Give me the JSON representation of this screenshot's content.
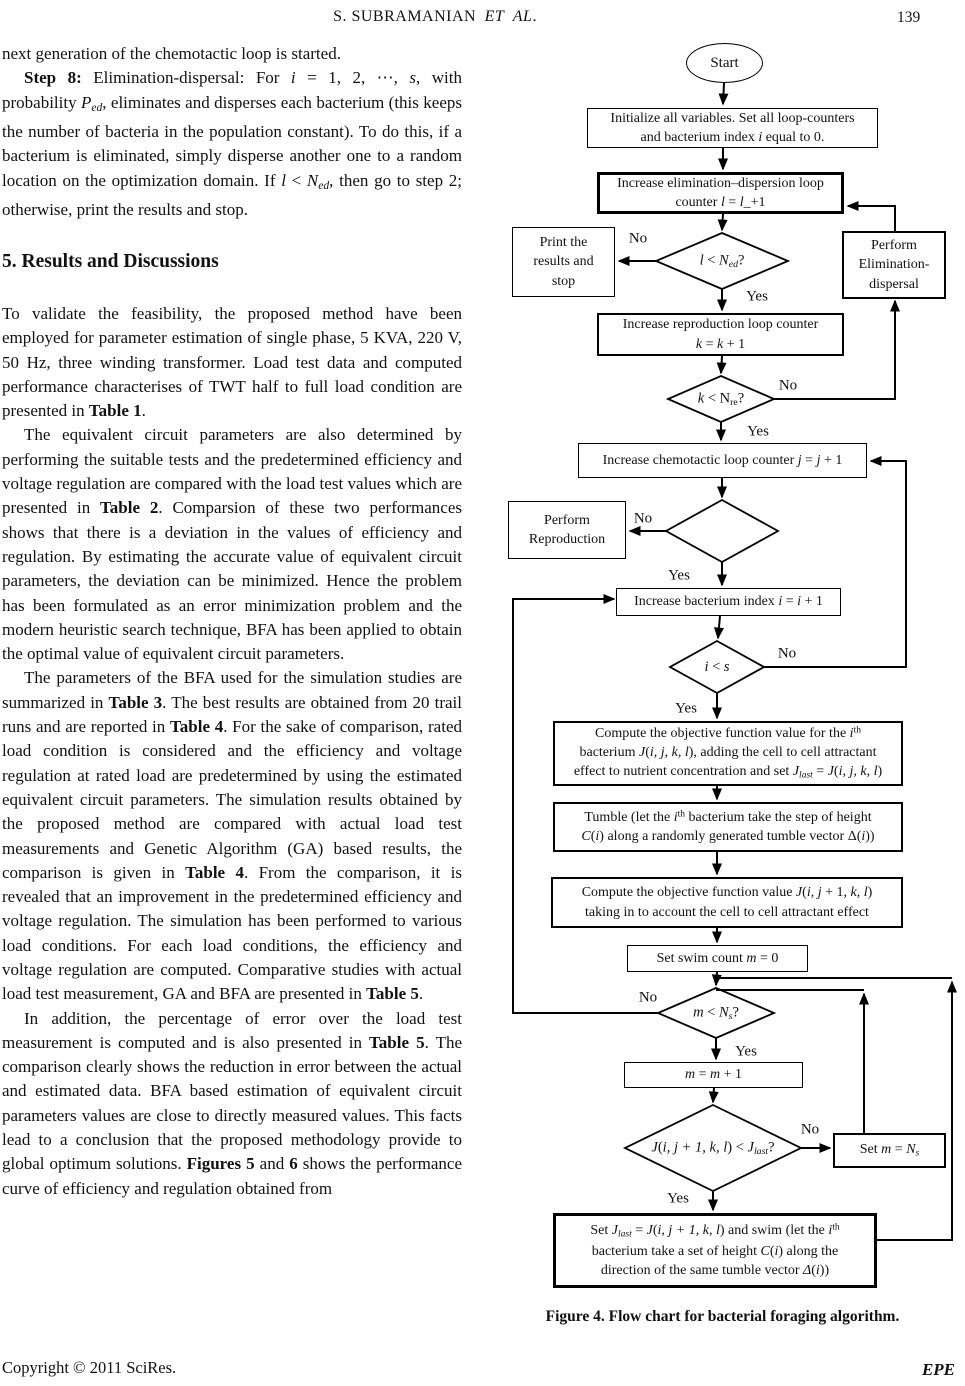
{
  "header": {
    "title_segments": [
      {
        "t": "S. SUBRAMANIAN "
      },
      {
        "t": "ET AL",
        "i": true
      },
      {
        "t": "."
      }
    ],
    "page_number": "139"
  },
  "left_column": {
    "section_heading": "5. Results and Discussions",
    "paragraphs": [
      {
        "segments": [
          {
            "t": "next generation of the chemotactic loop is started."
          }
        ]
      },
      {
        "segments": [
          {
            "t": "Step 8:",
            "b": true
          },
          {
            "t": " Elimination-dispersal: For "
          },
          {
            "t": "i",
            "i": true
          },
          {
            "t": " = 1, 2,  ⋯, "
          },
          {
            "t": "s",
            "i": true
          },
          {
            "t": ", with probability "
          },
          {
            "t": "P",
            "i": true
          },
          {
            "t": "ed",
            "i": true,
            "sub": true
          },
          {
            "t": ", eliminates and disperses each bacterium (this keeps the number of bacteria in the population constant). To do this, if a bacterium is eliminated, simply disperse another one to a random location on the optimization domain. If "
          },
          {
            "t": "l",
            "i": true
          },
          {
            "t": " < "
          },
          {
            "t": "N",
            "i": true
          },
          {
            "t": "ed",
            "i": true,
            "sub": true
          },
          {
            "t": ", then go to step 2; otherwise, print the results and stop."
          }
        ]
      },
      {
        "segments": [
          {
            "t": "To validate the feasibility, the proposed method have been employed for parameter estimation of single phase, 5 KVA, 220 V, 50 Hz, three winding transformer. Load test data and computed performance characterises of TWT half to full load condition are presented in "
          },
          {
            "t": "Table 1",
            "b": true
          },
          {
            "t": "."
          }
        ]
      },
      {
        "segments": [
          {
            "t": "The equivalent circuit parameters are also determined by performing the suitable tests and the predetermined efficiency and voltage regulation are compared with the load test values which are presented in "
          },
          {
            "t": "Table 2",
            "b": true
          },
          {
            "t": ". Comparsion of these two performances shows that there is a deviation in the values of efficiency and regulation. By estimating the accurate value of equivalent circuit parameters, the deviation can be minimized. Hence the problem has been formulated as an error minimization problem and the modern heuristic search technique, BFA has been applied to obtain the optimal value of equivalent circuit parameters."
          }
        ]
      },
      {
        "segments": [
          {
            "t": "The parameters of the BFA used for the simulation studies are summarized in "
          },
          {
            "t": "Table 3",
            "b": true
          },
          {
            "t": ". The best results are obtained from 20 trail runs and are reported in "
          },
          {
            "t": "Table 4",
            "b": true
          },
          {
            "t": ". For the sake of comparison, rated load condition is considered and the efficiency and voltage regulation at rated load are predetermined by using the estimated equivalent circuit parameters. The simulation results obtained by the proposed method are compared with actual load test measurements and Genetic Algorithm (GA) based results, the comparison is given in "
          },
          {
            "t": "Table 4",
            "b": true
          },
          {
            "t": ". From the comparison, it is revealed that an improvement in the predetermined efficiency and voltage regulation. The simulation has been performed to various load conditions. For each load conditions, the efficiency and voltage regulation are computed. Comparative studies with actual load test measurement, GA and BFA are presented in "
          },
          {
            "t": "Table 5",
            "b": true
          },
          {
            "t": "."
          }
        ]
      },
      {
        "segments": [
          {
            "t": "In addition, the percentage of error over the load test measurement is computed and is also presented in "
          },
          {
            "t": "Table 5",
            "b": true
          },
          {
            "t": ". The comparison clearly shows the reduction in error between the actual and estimated data. BFA based estimation of equivalent circuit parameters values are close to directly measured values. This facts lead to a conclusion that the proposed methodology provide to global optimum solutions. "
          },
          {
            "t": "Figures 5",
            "b": true
          },
          {
            "t": " and "
          },
          {
            "t": "6",
            "b": true
          },
          {
            "t": " shows the performance curve of efficiency and regulation obtained from"
          }
        ]
      }
    ]
  },
  "flowchart": {
    "yes": "Yes",
    "no": "No",
    "caption": "Figure 4. Flow chart for bacterial foraging algorithm.",
    "nodes": {
      "start": [
        {
          "t": "Start"
        }
      ],
      "init": [
        {
          "t": "Initialize all variables. Set all loop-counters"
        },
        {
          "br": true
        },
        {
          "t": "and bacterium index "
        },
        {
          "t": "i",
          "i": true
        },
        {
          "t": " equal to 0."
        }
      ],
      "elim_counter": [
        {
          "t": "Increase elimination–dispersion loop"
        },
        {
          "br": true
        },
        {
          "t": "counter "
        },
        {
          "t": "l",
          "i": true
        },
        {
          "t": " = "
        },
        {
          "t": "l",
          "i": true
        },
        {
          "t": "_+1"
        }
      ],
      "print_stop": [
        {
          "t": "Print the"
        },
        {
          "br": true
        },
        {
          "t": "results and"
        },
        {
          "br": true
        },
        {
          "t": "stop"
        }
      ],
      "decision_l": [
        {
          "t": "l",
          "i": true
        },
        {
          "t": " < "
        },
        {
          "t": "N",
          "i": true
        },
        {
          "t": "ed",
          "i": true,
          "sub": true
        },
        {
          "t": "?"
        }
      ],
      "perform_elim": [
        {
          "t": "Perform"
        },
        {
          "br": true
        },
        {
          "t": "Elimination-"
        },
        {
          "br": true
        },
        {
          "t": "dispersal"
        }
      ],
      "repro_counter": [
        {
          "t": "Increase reproduction loop counter"
        },
        {
          "br": true
        },
        {
          "t": "k",
          "i": true
        },
        {
          "t": " = "
        },
        {
          "t": "k",
          "i": true
        },
        {
          "t": " + 1"
        }
      ],
      "decision_k": [
        {
          "t": "k",
          "i": true
        },
        {
          "t": " < N"
        },
        {
          "t": "re",
          "sub": true
        },
        {
          "t": "?"
        }
      ],
      "chemo_counter": [
        {
          "t": "Increase chemotactic loop counter "
        },
        {
          "t": "j",
          "i": true
        },
        {
          "t": " = "
        },
        {
          "t": "j",
          "i": true
        },
        {
          "t": " + 1"
        }
      ],
      "perform_repro": [
        {
          "t": "Perform"
        },
        {
          "br": true
        },
        {
          "t": "Reproduction"
        }
      ],
      "bact_index": [
        {
          "t": "Increase bacterium index "
        },
        {
          "t": "i",
          "i": true
        },
        {
          "t": " = "
        },
        {
          "t": "i",
          "i": true
        },
        {
          "t": " + 1"
        }
      ],
      "decision_i": [
        {
          "t": "i",
          "i": true
        },
        {
          "t": " < "
        },
        {
          "t": "s",
          "i": true
        }
      ],
      "compute_obj1": [
        {
          "t": "Compute the objective function value for the "
        },
        {
          "t": "i",
          "i": true
        },
        {
          "t": "th",
          "sup": true
        },
        {
          "br": true
        },
        {
          "t": "bacterium "
        },
        {
          "t": "J",
          "i": true
        },
        {
          "t": "("
        },
        {
          "t": "i, j, k, l",
          "i": true
        },
        {
          "t": "), adding the cell to cell attractant"
        },
        {
          "br": true
        },
        {
          "t": "effect to nutrient concentration and set "
        },
        {
          "t": "J",
          "i": true
        },
        {
          "t": "last",
          "i": true,
          "sub": true
        },
        {
          "t": " = "
        },
        {
          "t": "J",
          "i": true
        },
        {
          "t": "("
        },
        {
          "t": "i, j, k, l",
          "i": true
        },
        {
          "t": ")"
        }
      ],
      "tumble": [
        {
          "t": "Tumble (let the "
        },
        {
          "t": "i",
          "i": true
        },
        {
          "t": "th",
          "sup": true
        },
        {
          "t": " bacterium take the step of height"
        },
        {
          "br": true
        },
        {
          "t": "C",
          "i": true
        },
        {
          "t": "("
        },
        {
          "t": "i",
          "i": true
        },
        {
          "t": ") along a randomly generated tumble vector Δ("
        },
        {
          "t": "i",
          "i": true
        },
        {
          "t": "))"
        }
      ],
      "compute_obj2": [
        {
          "t": "Compute the objective function value "
        },
        {
          "t": "J",
          "i": true
        },
        {
          "t": "("
        },
        {
          "t": "i, j",
          "i": true
        },
        {
          "t": " + 1, "
        },
        {
          "t": "k, l",
          "i": true
        },
        {
          "t": ")"
        },
        {
          "br": true
        },
        {
          "t": "taking in to account the cell to cell attractant effect"
        }
      ],
      "swim_count": [
        {
          "t": "Set swim count "
        },
        {
          "t": "m",
          "i": true
        },
        {
          "t": " = 0"
        }
      ],
      "decision_m": [
        {
          "t": "m",
          "i": true
        },
        {
          "t": " < "
        },
        {
          "t": "N",
          "i": true
        },
        {
          "t": "s",
          "i": true,
          "sub": true
        },
        {
          "t": "?"
        }
      ],
      "m_increment": [
        {
          "t": "m",
          "i": true
        },
        {
          "t": " = "
        },
        {
          "t": "m",
          "i": true
        },
        {
          "t": " + 1"
        }
      ],
      "decision_improve": [
        {
          "t": "J",
          "i": true
        },
        {
          "t": "("
        },
        {
          "t": "i, j + 1, k, l",
          "i": true
        },
        {
          "t": ") < "
        },
        {
          "t": "J",
          "i": true
        },
        {
          "t": "last",
          "i": true,
          "sub": true
        },
        {
          "t": "?"
        }
      ],
      "set_m_ns": [
        {
          "t": "Set "
        },
        {
          "t": "m",
          "i": true
        },
        {
          "t": " = "
        },
        {
          "t": "N",
          "i": true
        },
        {
          "t": "s",
          "i": true,
          "sub": true
        }
      ],
      "swim_action": [
        {
          "t": "Set "
        },
        {
          "t": "J",
          "i": true
        },
        {
          "t": "last",
          "i": true,
          "sub": true
        },
        {
          "t": " = "
        },
        {
          "t": "J",
          "i": true
        },
        {
          "t": "("
        },
        {
          "t": "i, j + 1, k, l",
          "i": true
        },
        {
          "t": ") and swim (let the "
        },
        {
          "t": "i",
          "i": true
        },
        {
          "t": "th",
          "sup": true
        },
        {
          "br": true
        },
        {
          "t": "bacterium take a set of height "
        },
        {
          "t": "C",
          "i": true
        },
        {
          "t": "("
        },
        {
          "t": "i",
          "i": true
        },
        {
          "t": ") along the"
        },
        {
          "br": true
        },
        {
          "t": "direction of the same tumble vector "
        },
        {
          "t": "Δ",
          "i": true
        },
        {
          "t": "("
        },
        {
          "t": "i",
          "i": true
        },
        {
          "t": "))"
        }
      ]
    }
  },
  "footer": {
    "copyright": "Copyright © 2011 SciRes.",
    "journal": "EPE"
  }
}
